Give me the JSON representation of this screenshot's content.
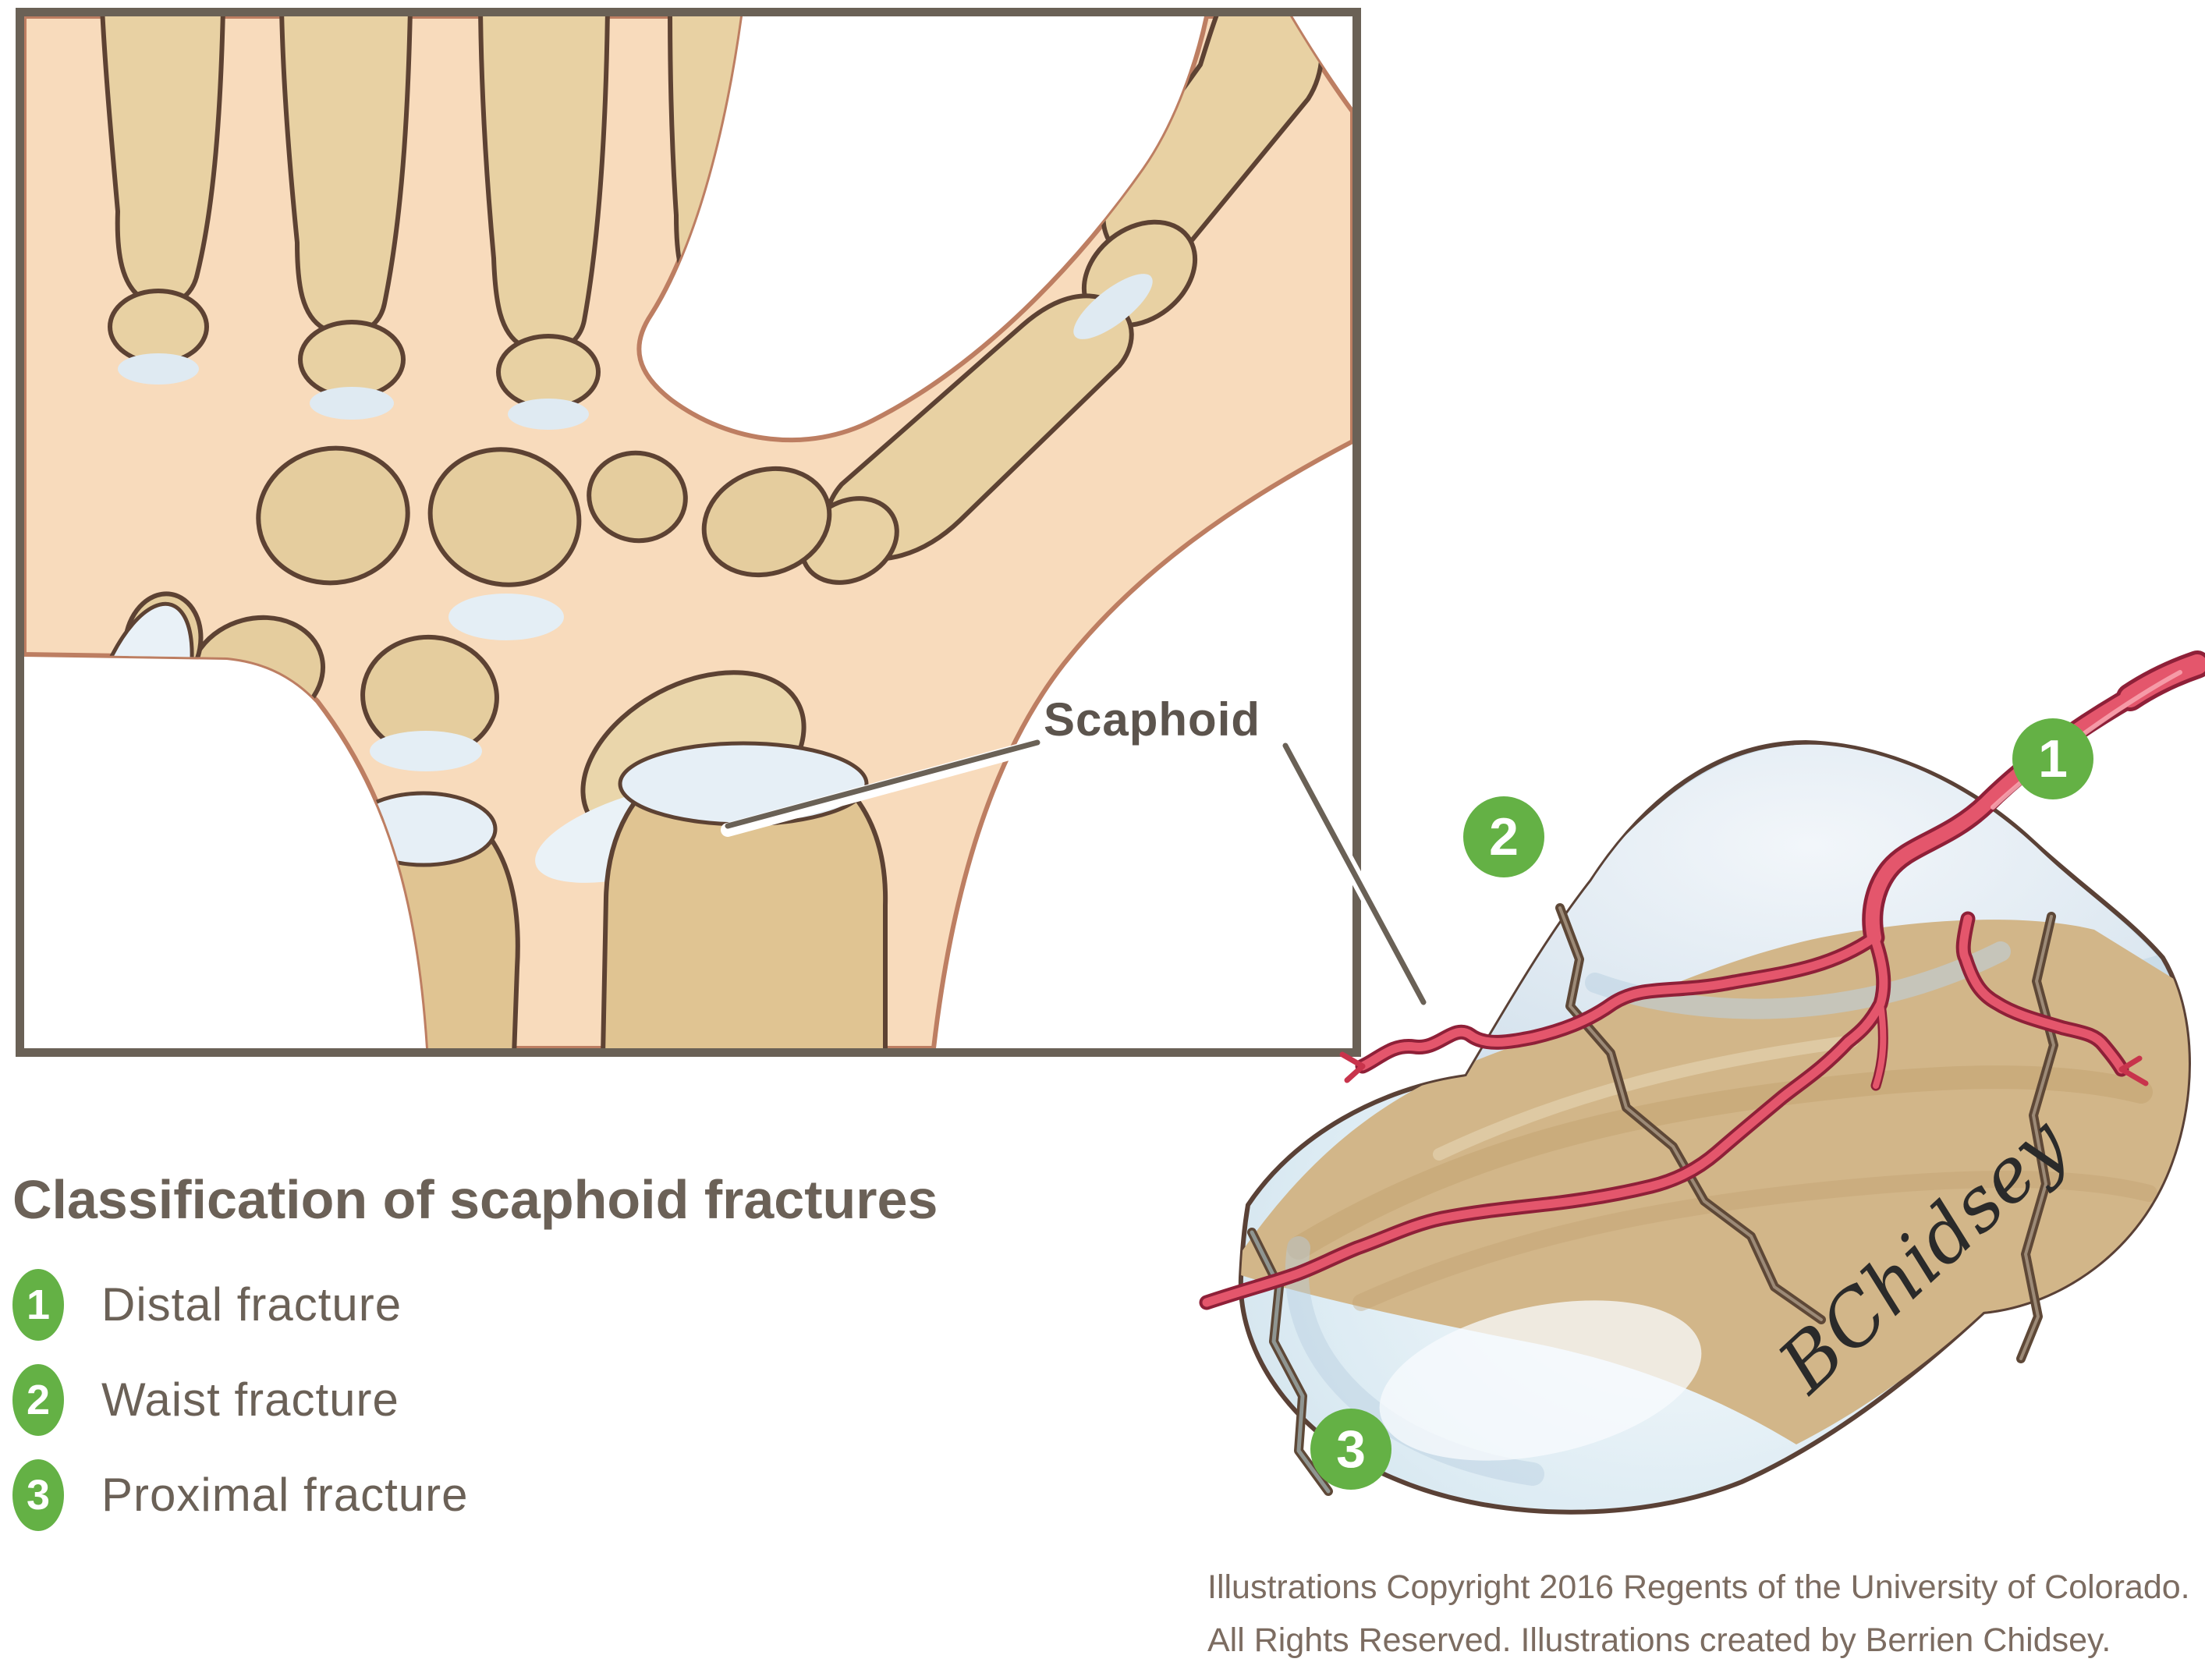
{
  "inset": {
    "description": "wrist bones illustration",
    "border_color": "#6a6156"
  },
  "annotation": {
    "label": "Scaphoid"
  },
  "figure": {
    "markers": [
      {
        "number": "1"
      },
      {
        "number": "2"
      },
      {
        "number": "3"
      }
    ],
    "signature": "BChidsey"
  },
  "legend": {
    "title": "Classification of scaphoid fractures",
    "items": [
      {
        "number": "1",
        "label": "Distal fracture"
      },
      {
        "number": "2",
        "label": "Waist fracture"
      },
      {
        "number": "3",
        "label": "Proximal fracture"
      }
    ]
  },
  "footer": {
    "line1": "Illustrations Copyright 2016 Regents of the University of Colorado.",
    "line2": "All Rights Reserved. Illustrations created by Berrien Chidsey."
  },
  "colors": {
    "accent_green": "#64b145",
    "text": "#6b6157",
    "footer_text": "#7c6c61",
    "inset_border": "#6a6156",
    "skin": "#f8dbbc",
    "skin_outline": "#bd7e62",
    "bone_tan": "#e8d1a3",
    "bone_outline": "#5d4233",
    "cartilage_blue": "#e6eff6",
    "artery_red": "#e4566c",
    "leader_line": "#6a6156"
  }
}
